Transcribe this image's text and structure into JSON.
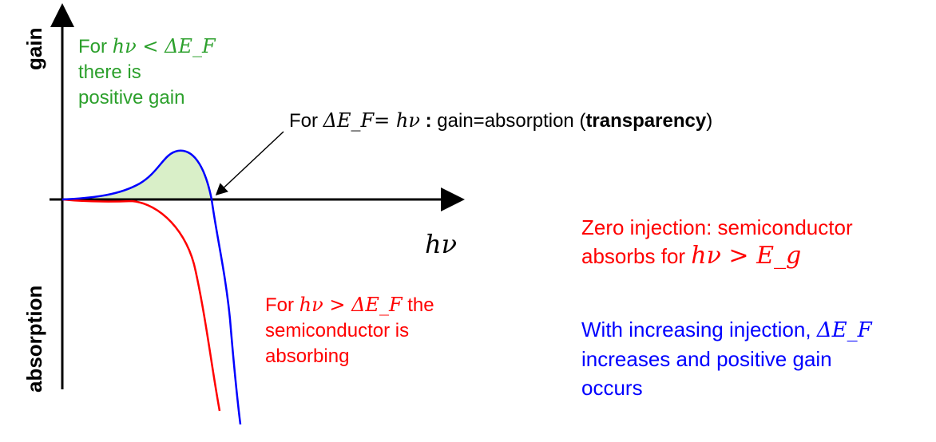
{
  "axes": {
    "y_top_label": "gain",
    "y_bottom_label": "absorption",
    "x_label": "hν"
  },
  "green_note": {
    "line1_prefix": "For ",
    "line1_math": "hν < ΔE_F",
    "line2": "there is",
    "line3": "positive gain"
  },
  "transparency_note": {
    "prefix": "For ",
    "math": "ΔE_F= hν",
    "colon": " :",
    "text": "  gain=absorption (",
    "bold": "transparency",
    "suffix": ")"
  },
  "red_note": {
    "line1_prefix": "For ",
    "line1_math": "hν > ΔE_F",
    "line1_suffix": " the",
    "line2": "semiconductor is",
    "line3": "absorbing"
  },
  "zero_injection": {
    "line1": "Zero injection: semiconductor",
    "line2_prefix": "absorbs for ",
    "line2_math": "hν > E_g"
  },
  "increasing_injection": {
    "line1_text": "With increasing injection, ",
    "line1_math": "ΔE_F",
    "line2": "increases and positive gain",
    "line3": "occurs"
  },
  "colors": {
    "green": "#2ca02c",
    "red": "#ff0000",
    "blue": "#0000ff",
    "fill": "#d9efc8"
  }
}
